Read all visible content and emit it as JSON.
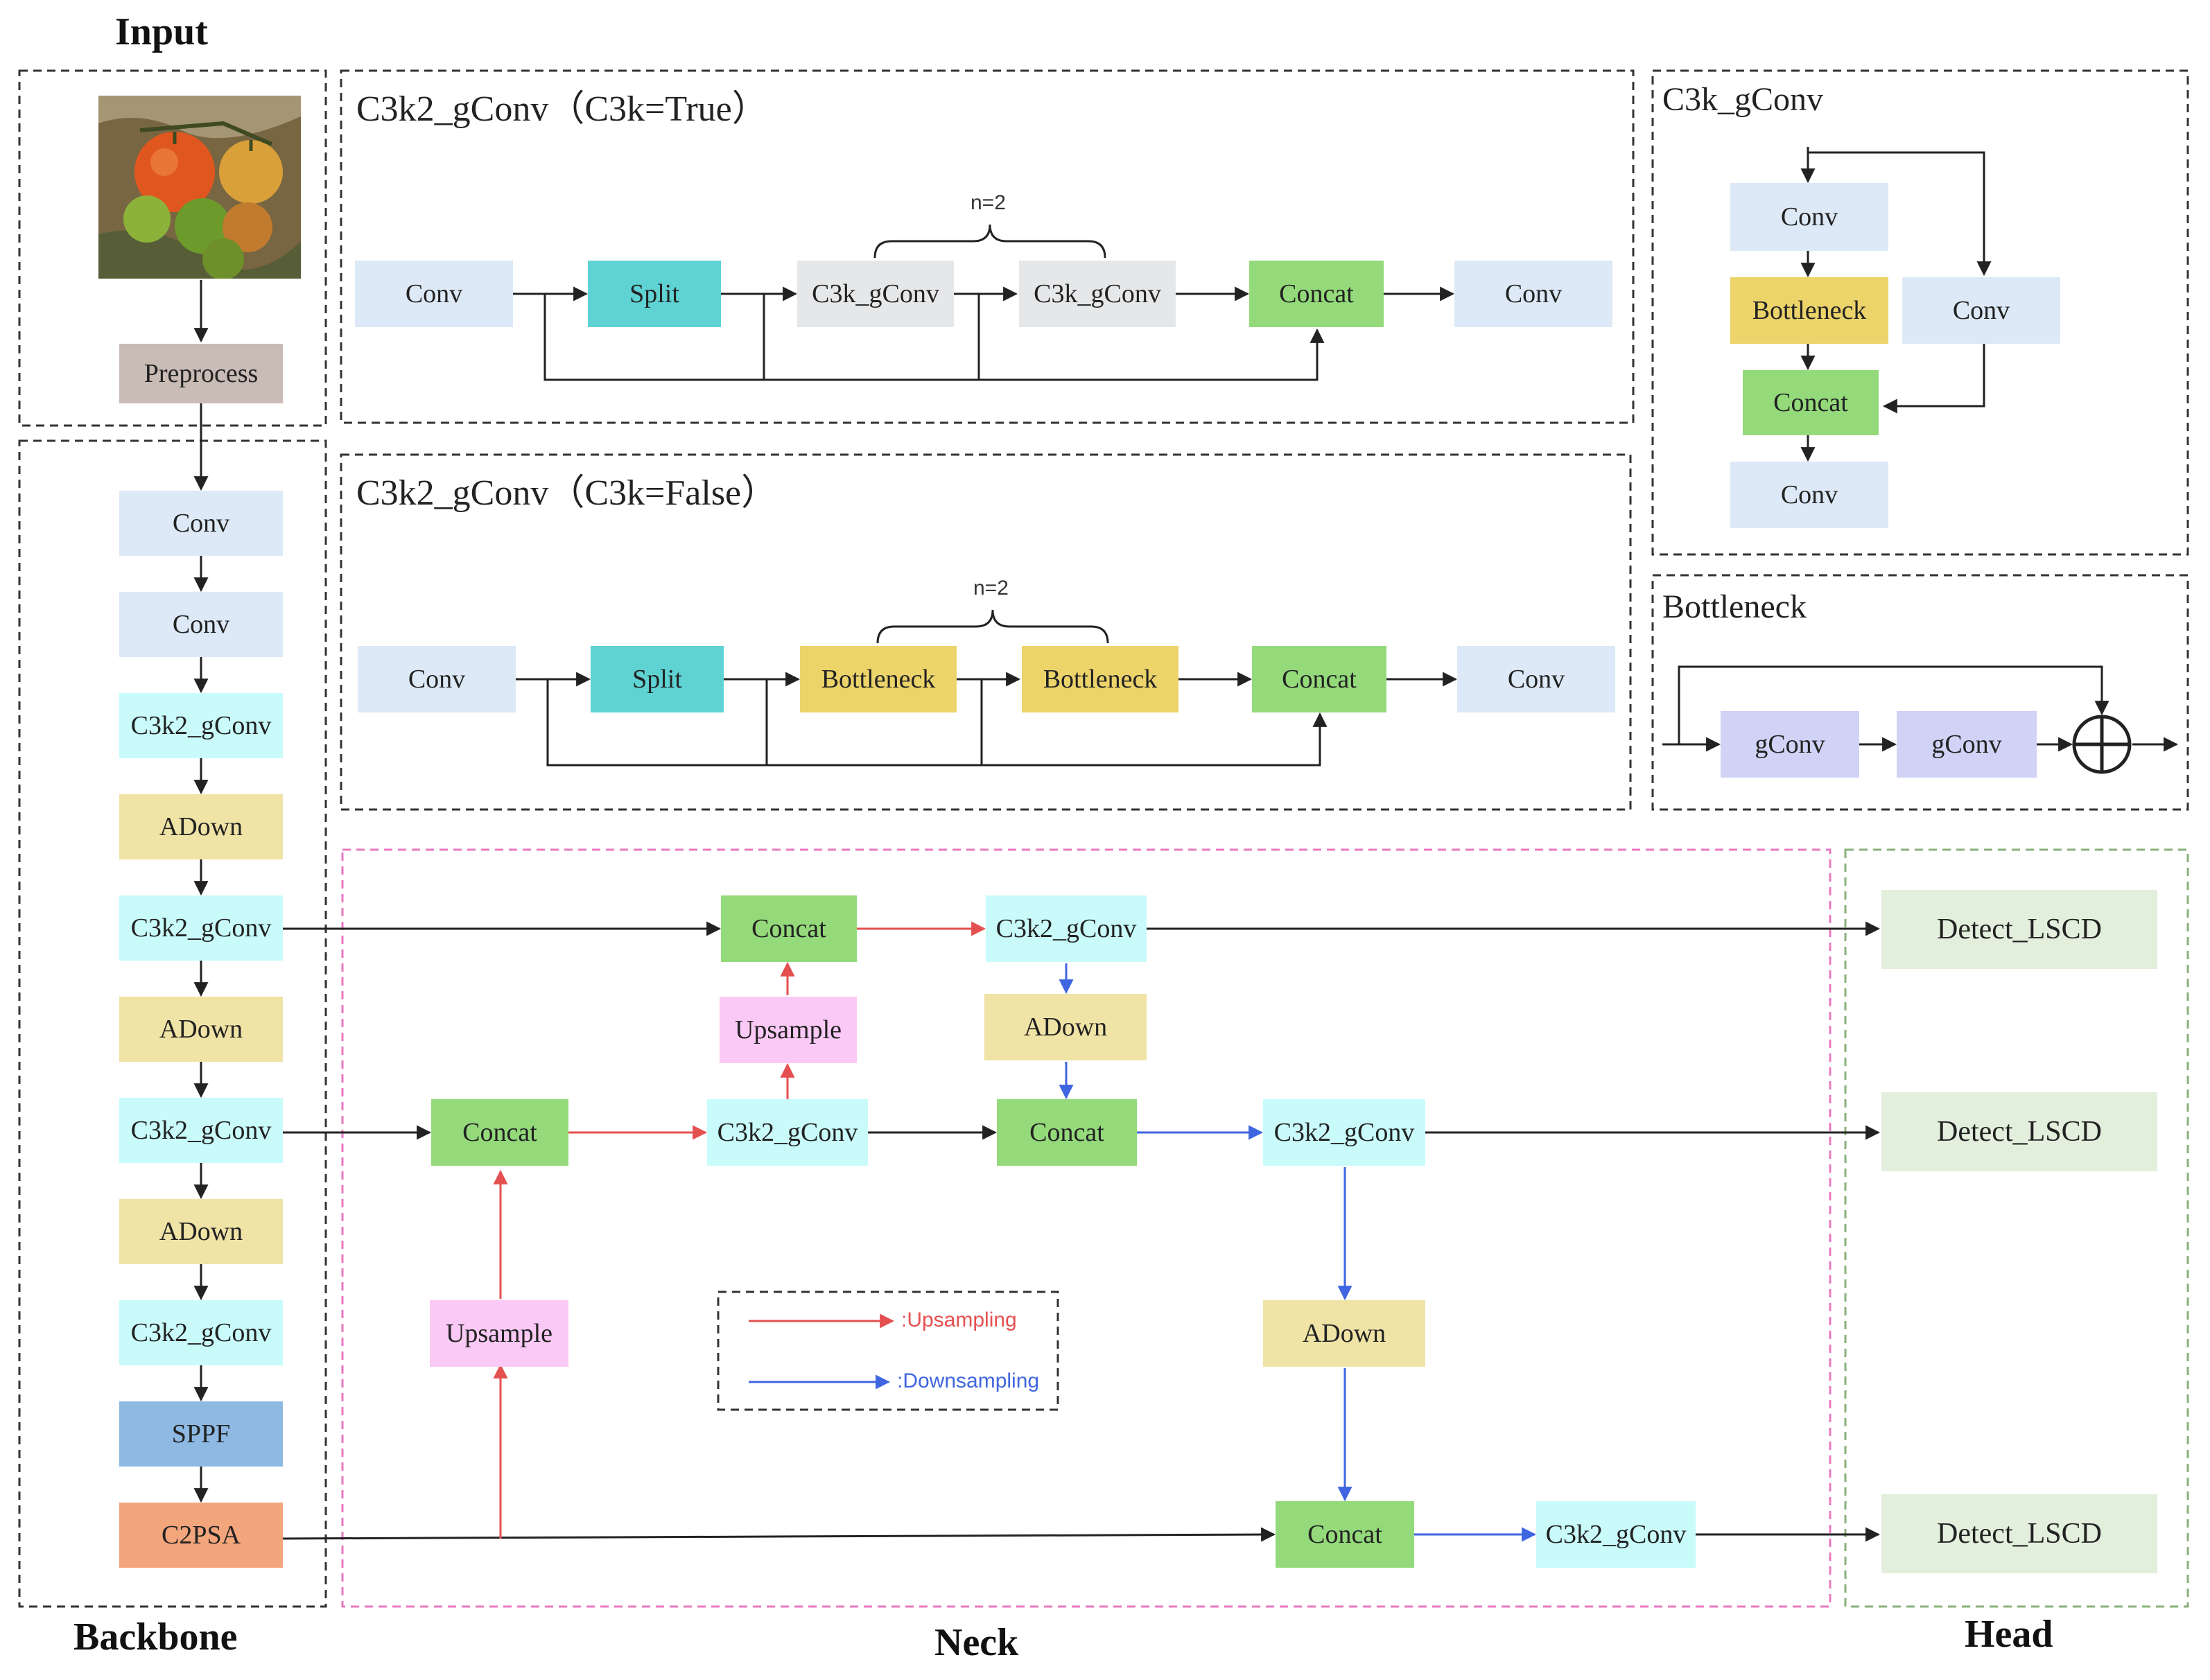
{
  "sections": {
    "input": "Input",
    "backbone": "Backbone",
    "neck": "Neck",
    "head": "Head"
  },
  "input_panel": {
    "preprocess": "Preprocess"
  },
  "backbone": [
    "Conv",
    "Conv",
    "C3k2_gConv",
    "ADown",
    "C3k2_gConv",
    "ADown",
    "C3k2_gConv",
    "ADown",
    "C3k2_gConv",
    "SPPF",
    "C2PSA"
  ],
  "c3k2_true": {
    "title": "C3k2_gConv（C3k=True）",
    "n": "n=2",
    "blocks": [
      "Conv",
      "Split",
      "C3k_gConv",
      "C3k_gConv",
      "Concat",
      "Conv"
    ]
  },
  "c3k2_false": {
    "title": "C3k2_gConv（C3k=False）",
    "n": "n=2",
    "blocks": [
      "Conv",
      "Split",
      "Bottleneck",
      "Bottleneck",
      "Concat",
      "Conv"
    ]
  },
  "c3k": {
    "title": "C3k_gConv",
    "blocks": [
      "Conv",
      "Bottleneck",
      "Conv",
      "Concat",
      "Conv"
    ]
  },
  "bottleneck": {
    "title": "Bottleneck",
    "blocks": [
      "gConv",
      "gConv"
    ],
    "add_icon": "circle-plus-icon"
  },
  "neck": {
    "top_concat": "Concat",
    "top_c3k2": "C3k2_gConv",
    "upsample_mid": "Upsample",
    "adown_mid": "ADown",
    "mid_concat_left": "Concat",
    "mid_c3k2": "C3k2_gConv",
    "mid_concat_right": "Concat",
    "mid_c3k2_right": "C3k2_gConv",
    "upsample_low": "Upsample",
    "adown_low": "ADown",
    "bot_concat": "Concat",
    "bot_c3k2": "C3k2_gConv"
  },
  "legend": {
    "up": ":Upsampling",
    "down": ":Downsampling"
  },
  "head": [
    "Detect_LSCD",
    "Detect_LSCD",
    "Detect_LSCD"
  ],
  "colors": {
    "conv": "#dde9f6",
    "split": "#5fd3d3",
    "c3k": "#e6e7e9",
    "concat": "#94da7b",
    "bottleneck": "#ecd46a",
    "c3k2": "#c9fbfb",
    "adown": "#f0e3a6",
    "upsample": "#fbc9f5",
    "sppf": "#8db9e3",
    "c2psa": "#f3a57b",
    "gconv": "#d0d3f5",
    "detect": "#e2efdc",
    "preprocess": "#c8bcb5",
    "red_arrow": "#e45050",
    "blue_arrow": "#3f66e0",
    "neck_border": "#e87ac0",
    "head_border": "#8ab07a"
  }
}
